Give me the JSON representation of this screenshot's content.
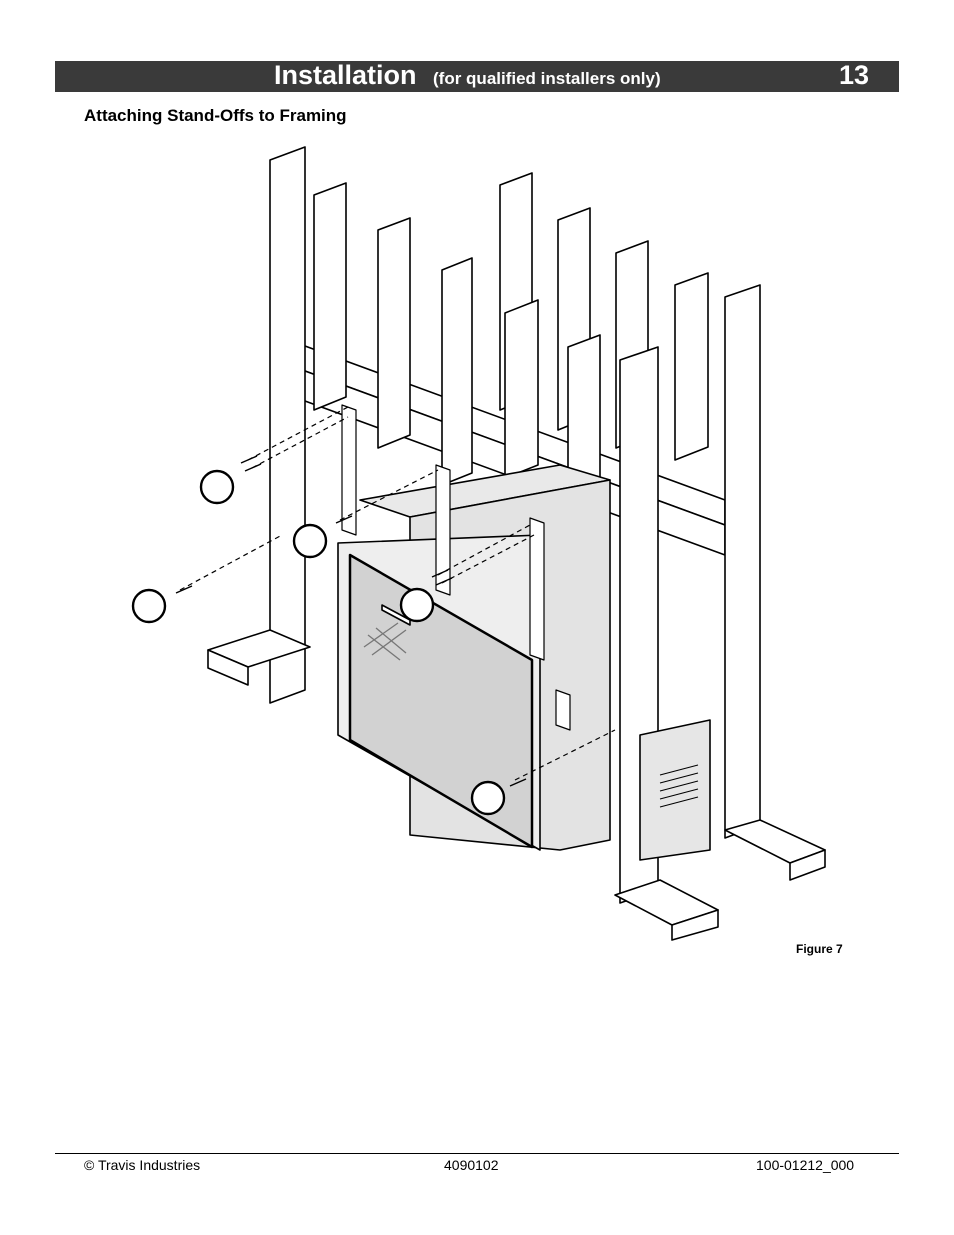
{
  "header": {
    "title": "Installation",
    "subtitle": "(for qualified installers only)",
    "page_number": "13",
    "bar_color": "#3a3a3a"
  },
  "section": {
    "heading": "Attaching Stand-Offs to Framing"
  },
  "figure": {
    "caption": "Figure 7",
    "callout_count": 5
  },
  "footer": {
    "copyright": "© Travis Industries",
    "doc_number": "4090102",
    "part_number": "100-01212_000"
  }
}
